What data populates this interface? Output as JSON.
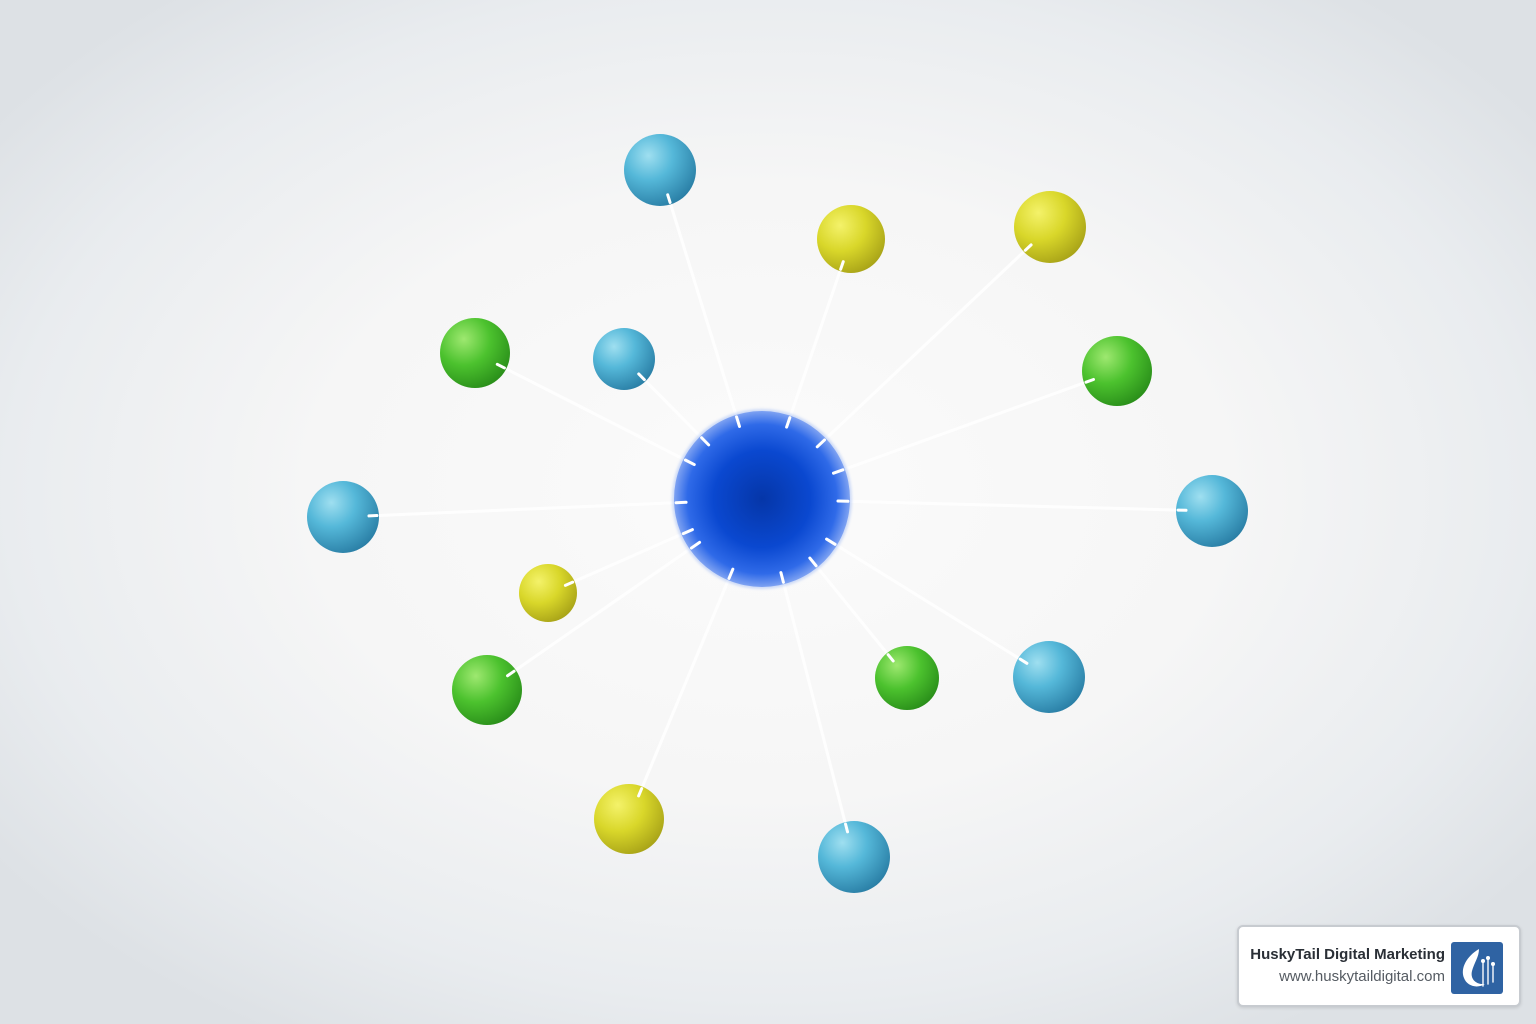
{
  "colors": {
    "hub": "#0a42c8",
    "blue_node": "#4fb3d6",
    "yellow_node": "#d8d82a",
    "green_node": "#4cc22e",
    "connector": "#ffffff",
    "logo_background": "#2f63a3"
  },
  "diagram": {
    "type": "hub-and-spoke",
    "hub": {
      "color": "blue"
    },
    "nodes": [
      {
        "id": "node-1",
        "color": "blue"
      },
      {
        "id": "node-2",
        "color": "yellow"
      },
      {
        "id": "node-3",
        "color": "yellow"
      },
      {
        "id": "node-4",
        "color": "green"
      },
      {
        "id": "node-5",
        "color": "blue"
      },
      {
        "id": "node-6",
        "color": "blue"
      },
      {
        "id": "node-7",
        "color": "green"
      },
      {
        "id": "node-8",
        "color": "blue"
      },
      {
        "id": "node-9",
        "color": "blue"
      },
      {
        "id": "node-10",
        "color": "green"
      },
      {
        "id": "node-11",
        "color": "yellow"
      },
      {
        "id": "node-12",
        "color": "blue"
      },
      {
        "id": "node-13",
        "color": "green"
      },
      {
        "id": "node-14",
        "color": "yellow"
      },
      {
        "id": "node-15",
        "color": "green"
      }
    ]
  },
  "watermark": {
    "company": "HuskyTail Digital Marketing",
    "url": "www.huskytaildigital.com",
    "logo_icon": "husky-tail-logo-icon"
  }
}
